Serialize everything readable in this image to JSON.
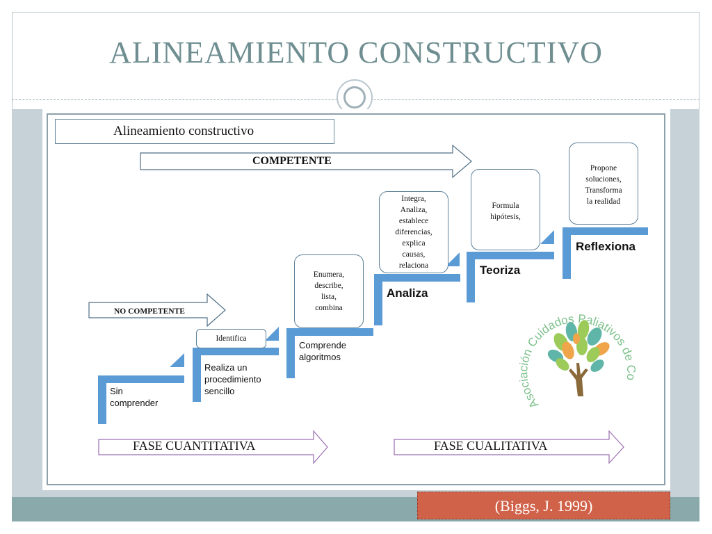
{
  "slide": {
    "title": "ALINEAMIENTO CONSTRUCTIVO",
    "citation": "(Biggs, J. 1999)"
  },
  "diagram": {
    "subtitle": "Alineamiento constructivo",
    "arrows": {
      "competente": "COMPETENTE",
      "no_competente": "NO COMPETENTE",
      "fase_cuantitativa": "FASE CUANTITATIVA",
      "fase_cualitativa": "FASE CUALITATIVA"
    },
    "steps": [
      {
        "label": "Sin comprender",
        "lines": [
          "Sin",
          "comprender"
        ]
      },
      {
        "label": "Realiza un procedimiento sencillo",
        "lines": [
          "Realiza un",
          "procedimiento",
          "sencillo"
        ],
        "box": "Identifica"
      },
      {
        "label": "Comprende algoritmos",
        "lines": [
          "Comprende",
          "algoritmos"
        ],
        "box_lines": [
          "Enumera,",
          "describe,",
          "lista,",
          "combina"
        ]
      },
      {
        "label": "Analiza",
        "box_lines": [
          "Integra,",
          "Analiza,",
          "establece",
          "diferencias,",
          "explica",
          "causas,",
          "relaciona"
        ]
      },
      {
        "label": "Teoriza",
        "box_lines": [
          "Formula",
          "hipótesis,"
        ]
      },
      {
        "label": "Reflexiona",
        "box_lines": [
          "Propone",
          "soluciones,",
          "Transforma",
          "la realidad"
        ]
      }
    ],
    "logo": {
      "text": "Asociación Cuidados Paliativos de Colombia",
      "colors": {
        "text": "#7cc08a",
        "trunk": "#8a6a3a",
        "leaf_green": "#9ccb5a",
        "leaf_teal": "#5fb5a8",
        "leaf_orange": "#f0a54a"
      }
    },
    "colors": {
      "stair": "#5b9bd5",
      "arrow_stroke": "#4f6f86",
      "phase_stroke": "#9a6fb0"
    }
  }
}
